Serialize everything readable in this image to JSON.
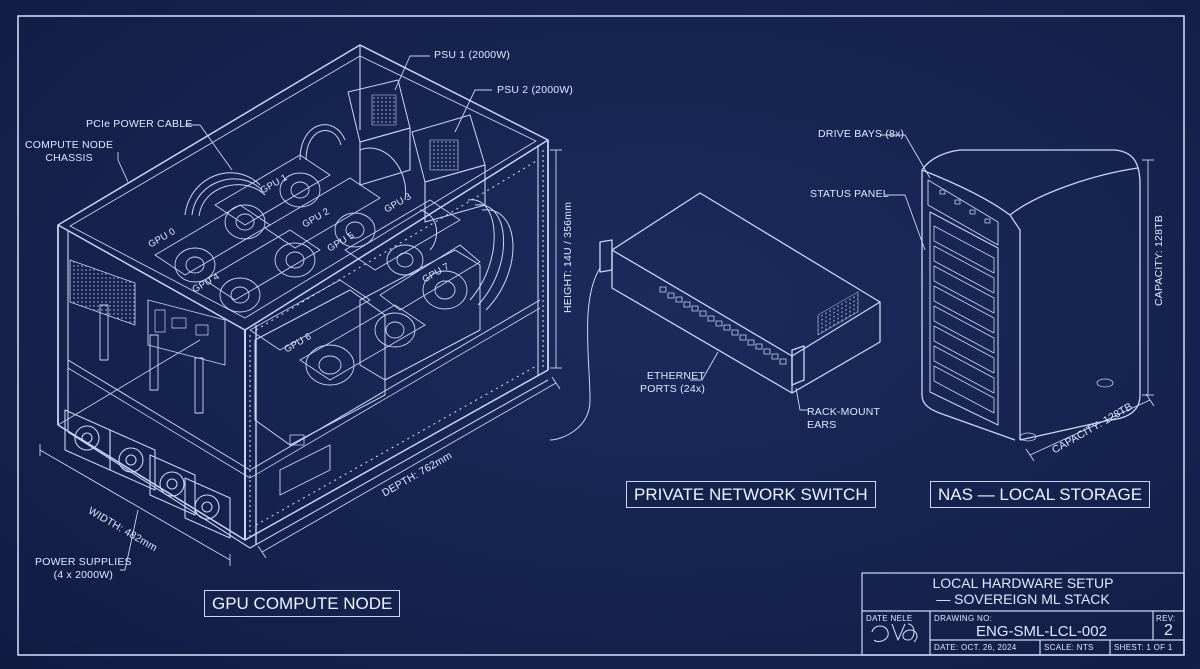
{
  "labels": {
    "psu1": "PSU 1 (2000W)",
    "psu2": "PSU 2 (2000W)",
    "pcie_cable": "PCIe POWER CABLE",
    "chassis_l1": "COMPUTE NODE",
    "chassis_l2": "CHASSIS",
    "power_supplies_l1": "POWER SUPPLIES",
    "power_supplies_l2": "(4 x 2000W)",
    "width_dim": "WIDTH: 482mm",
    "depth_dim": "DEPTH: 762mm",
    "height_dim": "HEIGHT: 14U / 356mm",
    "ethernet_l1": "ETHERNET",
    "ethernet_l2": "PORTS (24x)",
    "rack_ears_l1": "RACK-MOUNT",
    "rack_ears_l2": "EARS",
    "drive_bays": "DRIVE BAYS (8x)",
    "status_panel": "STATUS PANEL",
    "capacity_v": "CAPACITY: 128TB",
    "capacity_d": "CAPACITY: 128TB",
    "gpu_compute_node": "GPU COMPUTE NODE",
    "private_switch": "PRIVATE NETWORK SWITCH",
    "nas": "NAS — LOCAL STORAGE",
    "gpus": [
      "GPU 0",
      "GPU 1",
      "GPU 2",
      "GPU 3",
      "GPU 4",
      "GPU 5",
      "GPU 6",
      "GPU 7"
    ]
  },
  "title_block": {
    "title_l1": "LOCAL HARDWARE SETUP",
    "title_l2": "— SOVEREIGN ML STACK",
    "date_label": "DATE NELE",
    "drawing_no_label": "DRAWING NO:",
    "drawing_no": "ENG-SML-LCL-002",
    "rev_label": "REV:",
    "rev": "2",
    "date": "DATE: OCT. 26, 2024",
    "scale": "SCALE: NTS",
    "sheet": "SHEST: 1 OF 1"
  },
  "colors": {
    "background": "#14224d",
    "line": "#c9d6f5",
    "text": "#dfe8ff"
  }
}
